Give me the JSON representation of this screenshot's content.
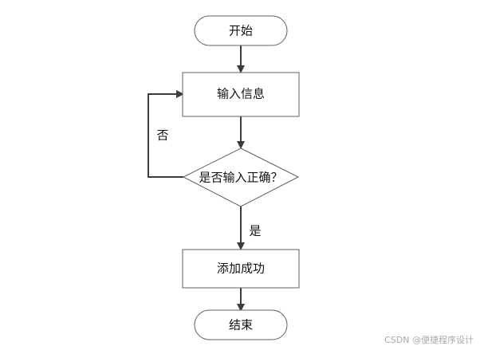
{
  "diagram": {
    "nodes": {
      "start": "开始",
      "input": "输入信息",
      "decision": "是否输入正确？",
      "success": "添加成功",
      "end": "结束"
    },
    "edge_labels": {
      "no": "否",
      "yes": "是"
    }
  },
  "watermark": "CSDN @便捷程序设计"
}
